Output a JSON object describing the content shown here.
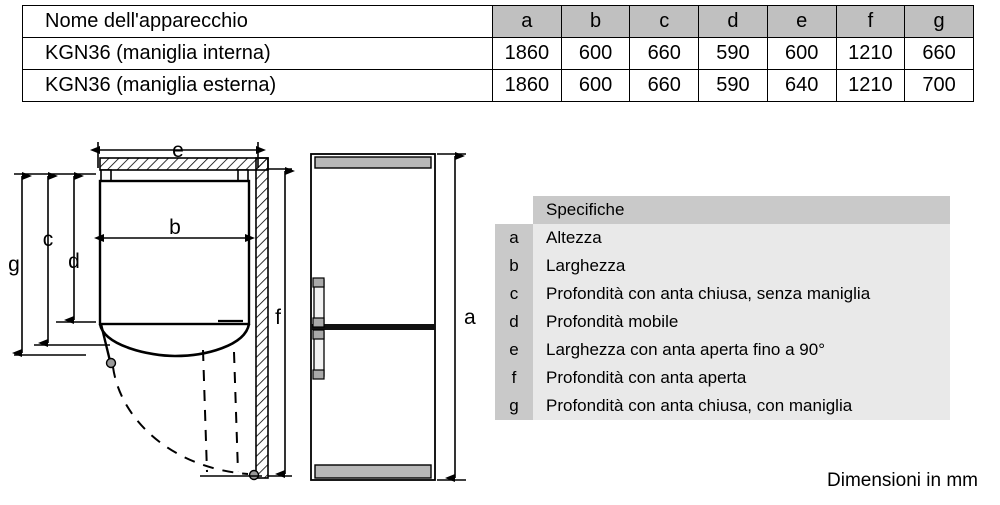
{
  "specs_table": {
    "name_header": "Nome dell'apparecchio",
    "dim_headers": [
      "a",
      "b",
      "c",
      "d",
      "e",
      "f",
      "g"
    ],
    "rows": [
      {
        "name": "KGN36 (maniglia interna)",
        "values": [
          "1860",
          "600",
          "660",
          "590",
          "600",
          "1210",
          "660"
        ]
      },
      {
        "name": "KGN36 (maniglia esterna)",
        "values": [
          "1860",
          "600",
          "660",
          "590",
          "640",
          "1210",
          "700"
        ]
      }
    ]
  },
  "legend": {
    "header_key": "",
    "header_label": "Specifiche",
    "rows": [
      {
        "key": "a",
        "desc": "Altezza"
      },
      {
        "key": "b",
        "desc": "Larghezza"
      },
      {
        "key": "c",
        "desc": "Profondità con anta chiusa, senza maniglia"
      },
      {
        "key": "d",
        "desc": "Profondità mobile"
      },
      {
        "key": "e",
        "desc": "Larghezza con anta aperta fino a 90°"
      },
      {
        "key": "f",
        "desc": "Profondità con anta aperta"
      },
      {
        "key": "g",
        "desc": "Profondità con anta chiusa, con maniglia"
      }
    ]
  },
  "footnote": "Dimensioni in mm",
  "diagram": {
    "top_view_labels": {
      "e": "e",
      "b": "b",
      "c": "c",
      "d": "d",
      "g": "g",
      "f": "f"
    },
    "front_view_labels": {
      "a": "a"
    }
  },
  "colors": {
    "header_fill": "#c0c0c0",
    "legend_key_fill": "#c9c9c9",
    "legend_desc_fill": "#e9e9e9",
    "appliance_band": "#b8b8b8",
    "line": "#000000"
  }
}
